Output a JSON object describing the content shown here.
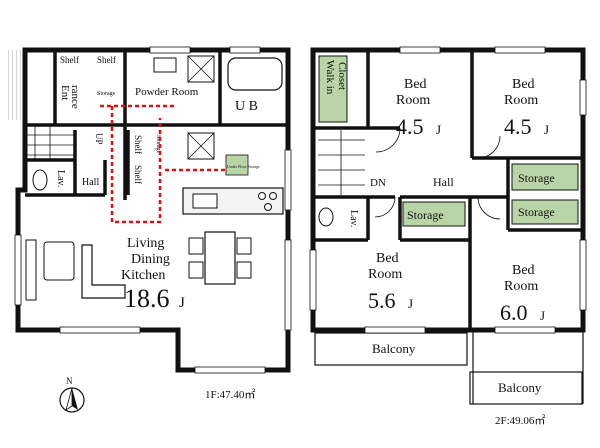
{
  "floor1": {
    "area_label": "1F:47.40㎡",
    "rooms": {
      "ldk": {
        "line1": "Living",
        "line2": "Dining",
        "line3": "Kitchen",
        "size": "18.6",
        "unit": "J"
      },
      "entrance": {
        "line1": "Ent",
        "line2": "rance"
      },
      "powder": "Powder Room",
      "ub": "U B",
      "shelf1": "Shelf",
      "shelf2": "Shelf",
      "shelf3": "Shelf",
      "shelf4": "Shelf",
      "storage_small1": "Storage",
      "storage_small2": "Storage",
      "up": "UP",
      "lav": "Lav.",
      "hall": "Hall",
      "floor_storage": "Under Floor Storage"
    }
  },
  "floor2": {
    "area_label": "2F:49.06㎡",
    "rooms": {
      "walkin": {
        "line1": "Walk in",
        "line2": "Closet"
      },
      "bed1": {
        "line1": "Bed",
        "line2": "Room",
        "size": "4.5",
        "unit": "J"
      },
      "bed2": {
        "line1": "Bed",
        "line2": "Room",
        "size": "4.5",
        "unit": "J"
      },
      "bed3": {
        "line1": "Bed",
        "line2": "Room",
        "size": "5.6",
        "unit": "J"
      },
      "bed4": {
        "line1": "Bed",
        "line2": "Room",
        "size": "6.0",
        "unit": "J"
      },
      "dn": "DN",
      "hall": "Hall",
      "lav": "Lav.",
      "storage1": "Storage",
      "storage2": "Storage",
      "storage3": "Storage",
      "balcony1": "Balcony",
      "balcony2": "Balcony"
    }
  },
  "compass": {
    "label": "N"
  }
}
